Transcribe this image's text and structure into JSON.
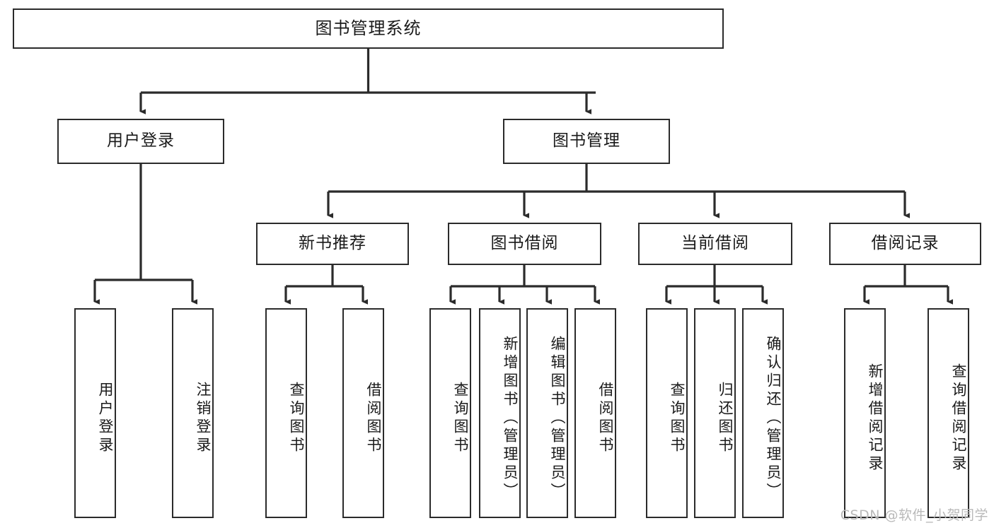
{
  "diagram": {
    "title": "图书管理系统",
    "type": "hierarchy-tree",
    "orientation": "top-down",
    "colors": {
      "box_border": "#2b2b2b",
      "box_fill": "#ffffff",
      "edge": "#2b2b2b",
      "text": "#1a1a1a",
      "watermark": "#b9b9b9"
    },
    "levels": {
      "level1": [
        {
          "id": "root",
          "label": "图书管理系统"
        }
      ],
      "level2": [
        {
          "id": "user-login",
          "label": "用户登录"
        },
        {
          "id": "book-management",
          "label": "图书管理"
        }
      ],
      "level3": [
        {
          "id": "new-book-recommend",
          "label": "新书推荐"
        },
        {
          "id": "book-borrow",
          "label": "图书借阅"
        },
        {
          "id": "current-borrow",
          "label": "当前借阅"
        },
        {
          "id": "borrow-record",
          "label": "借阅记录"
        }
      ],
      "level4": [
        {
          "id": "user-login-action",
          "label": "用户登录",
          "parent": "user-login"
        },
        {
          "id": "user-logout-action",
          "label": "注销登录",
          "parent": "user-login"
        },
        {
          "id": "nbr-query-book",
          "label": "查询图书",
          "parent": "new-book-recommend"
        },
        {
          "id": "nbr-borrow-book",
          "label": "借阅图书",
          "parent": "new-book-recommend"
        },
        {
          "id": "bb-query-book",
          "label": "查询图书",
          "parent": "book-borrow"
        },
        {
          "id": "bb-add-book",
          "label": "新增图书（管理员）",
          "parent": "book-borrow"
        },
        {
          "id": "bb-edit-book",
          "label": "编辑图书（管理员）",
          "parent": "book-borrow"
        },
        {
          "id": "bb-borrow-book",
          "label": "借阅图书",
          "parent": "book-borrow"
        },
        {
          "id": "cb-query-book",
          "label": "查询图书",
          "parent": "current-borrow"
        },
        {
          "id": "cb-return-book",
          "label": "归还图书",
          "parent": "current-borrow"
        },
        {
          "id": "cb-confirm-return",
          "label": "确认归还（管理员）",
          "parent": "current-borrow"
        },
        {
          "id": "br-add-record",
          "label": "新增借阅记录",
          "parent": "borrow-record"
        },
        {
          "id": "br-query-record",
          "label": "查询借阅记录",
          "parent": "borrow-record"
        }
      ]
    },
    "watermark": "CSDN @软件_小贺同学"
  }
}
